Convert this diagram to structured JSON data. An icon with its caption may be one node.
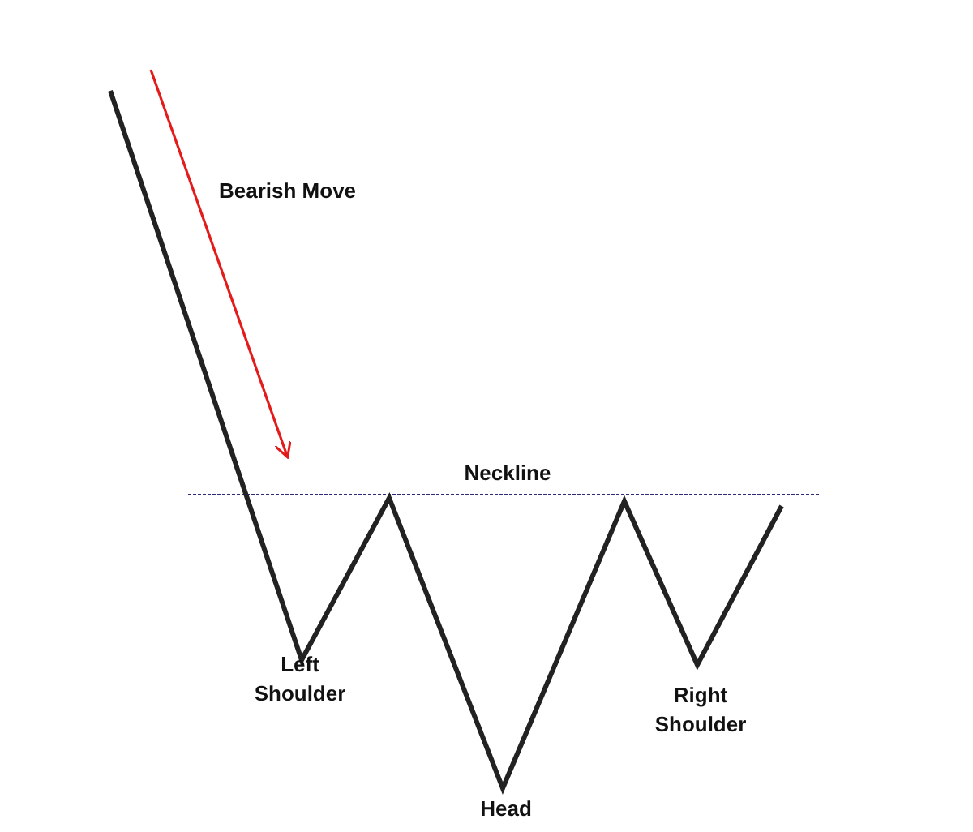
{
  "diagram": {
    "labels": [
      "Bearish Move",
      "Neckline",
      "Left Shoulder",
      "Head",
      "Right Shoulder"
    ]
  }
}
